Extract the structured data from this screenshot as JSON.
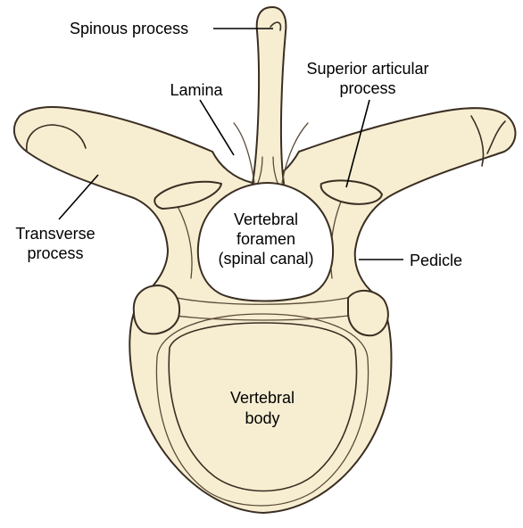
{
  "colors": {
    "bone_fill": "#f7eed2",
    "bone_outline": "#3a2e22",
    "label_text": "#000000",
    "background": "#ffffff"
  },
  "labels": {
    "spinous_process": "Spinous process",
    "superior_articular_line1": "Superior articular",
    "superior_articular_line2": "process",
    "lamina": "Lamina",
    "transverse_line1": "Transverse",
    "transverse_line2": "process",
    "foramen_line1": "Vertebral",
    "foramen_line2": "foramen",
    "foramen_line3": "(spinal canal)",
    "pedicle": "Pedicle",
    "body_line1": "Vertebral",
    "body_line2": "body"
  }
}
